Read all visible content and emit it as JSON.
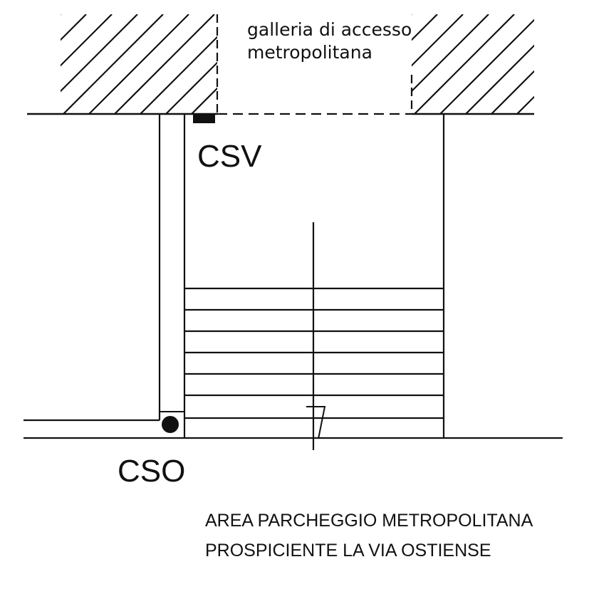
{
  "labels": {
    "gallery_line1": "galleria di accesso",
    "gallery_line2": "metropolitana",
    "csv": "CSV",
    "cso": "CSO",
    "area_line1": "AREA PARCHEGGIO METROPOLITANA",
    "area_line2": "PROSPICIENTE LA VIA OSTIENSE"
  },
  "colors": {
    "ink": "#111111",
    "background": "#ffffff"
  }
}
